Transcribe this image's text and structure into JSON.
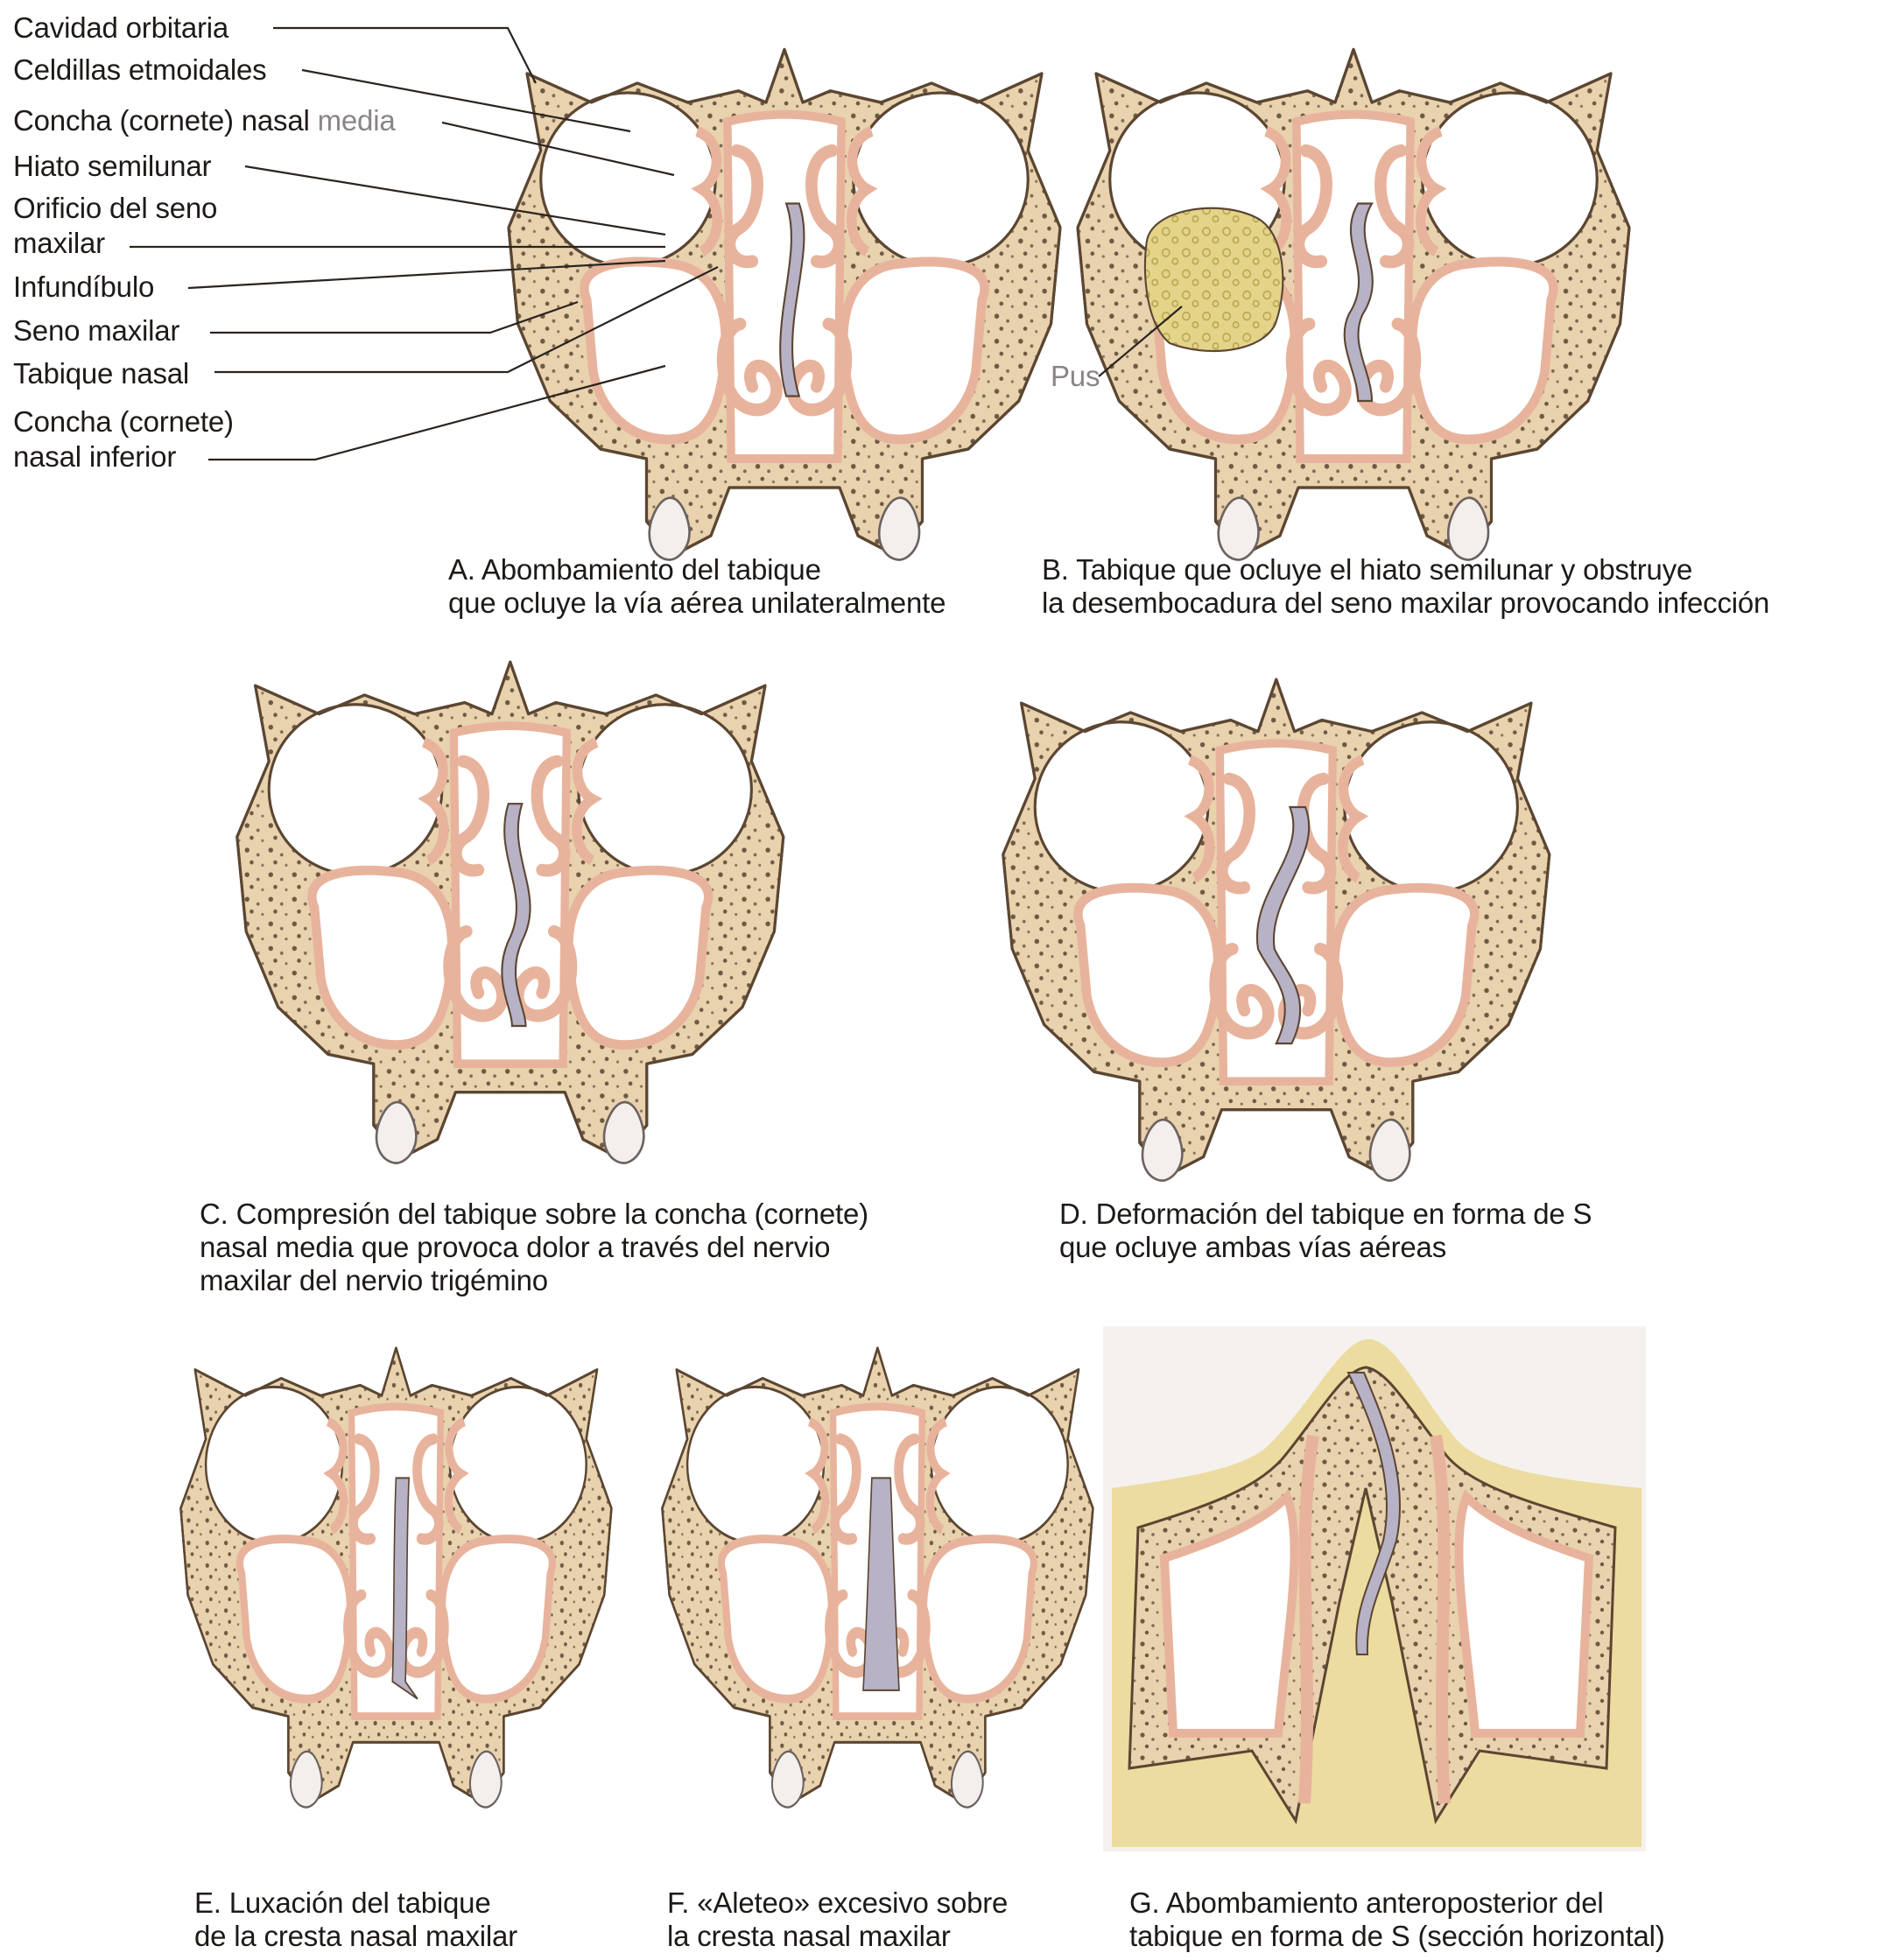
{
  "labels": {
    "cavidad_orbitaria": "Cavidad orbitaria",
    "celdillas_etmoidales": "Celdillas etmoidales",
    "concha_media_prefix": "Concha (cornete) nasal ",
    "concha_media_suffix": "media",
    "hiato_semilunar": "Hiato semilunar",
    "orificio_line1": "Orificio del seno",
    "orificio_line2": "maxilar",
    "infundibulo": "Infundíbulo",
    "seno_maxilar": "Seno maxilar",
    "tabique_nasal": "Tabique nasal",
    "concha_inferior_line1": "Concha (cornete)",
    "concha_inferior_line2": "nasal inferior",
    "pus": "Pus"
  },
  "captions": {
    "A": [
      "A. Abombamiento del tabique",
      "que ocluye la vía aérea unilateralmente"
    ],
    "B": [
      "B. Tabique que ocluye el hiato semilunar y obstruye",
      "la desembocadura del seno maxilar provocando infección"
    ],
    "C": [
      "C. Compresión del tabique sobre la concha (cornete)",
      "nasal media que provoca dolor a través del nervio",
      "maxilar del nervio trigémino"
    ],
    "D": [
      "D. Deformación del tabique en forma de S",
      "que ocluye ambas vías aéreas"
    ],
    "E": [
      "E. Luxación del tabique",
      "de la cresta nasal maxilar"
    ],
    "F": [
      "F. «Aleteo» excesivo sobre",
      "la cresta nasal maxilar"
    ],
    "G": [
      "G. Abombamiento anteroposterior del",
      "tabique en forma de S (sección horizontal)"
    ]
  },
  "colors": {
    "bone": "#e9d2ae",
    "bone_outline": "#5b4632",
    "mucosa": "#e8b39c",
    "septum": "#b8b2c6",
    "pus": "#e4d48a",
    "tooth": "#f3efec",
    "skin": "#ecdca0"
  }
}
